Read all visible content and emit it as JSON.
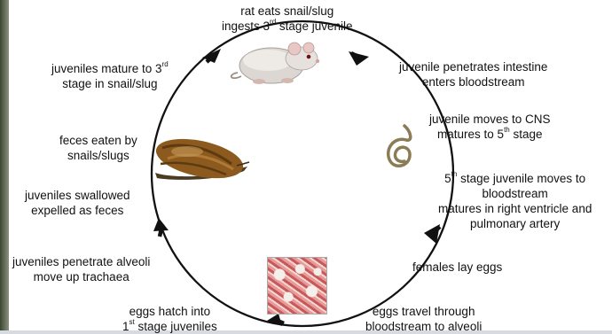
{
  "labels": {
    "rat_eats": [
      "rat eats snail/slug",
      "ingests 3",
      "rd",
      " stage juvenile"
    ],
    "penetrates_intestine": [
      "juvenile penetrates intestine",
      "enters bloodstream"
    ],
    "moves_cns": [
      "juvenile moves to CNS",
      "matures to 5",
      "th",
      " stage"
    ],
    "fifth_stage": [
      "5",
      "th",
      " stage juvenile moves to",
      "bloodstream",
      "matures in right ventricle and",
      "pulmonary artery"
    ],
    "females_lay": "females lay eggs",
    "eggs_travel": [
      "eggs travel through",
      "bloodstream to alveoli"
    ],
    "eggs_hatch": [
      "eggs hatch into",
      "1",
      "st",
      " stage juveniles"
    ],
    "penetrate_alveoli": [
      "juveniles penetrate alveoli",
      "move up trachaea"
    ],
    "swallowed": [
      "juveniles swallowed",
      "expelled as feces"
    ],
    "feces_eaten": [
      "feces eaten by",
      "snails/slugs"
    ],
    "mature_third": [
      "juveniles mature to 3",
      "rd",
      "stage in snail/slug"
    ]
  },
  "images": {
    "rat": "rat-image",
    "snail": "snail-image",
    "worm": "worm-image",
    "eggs": "eggs-micrograph-image"
  },
  "colors": {
    "cycle_line": "#111111",
    "worm": "#8a7c55",
    "snail_shell": "#8c5a1e"
  }
}
